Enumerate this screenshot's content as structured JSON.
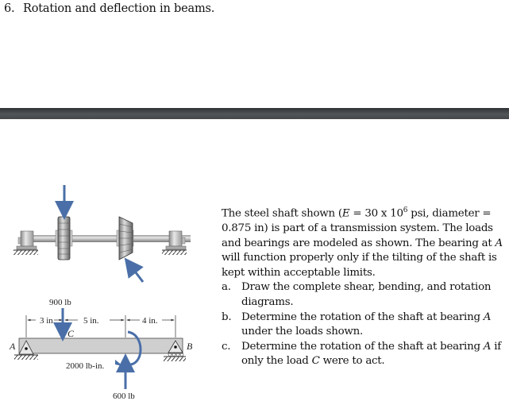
{
  "heading": {
    "number": "6.",
    "title": "Rotation and deflection in beams."
  },
  "problem": {
    "intro_parts": [
      "The steel shaft shown (",
      "E",
      " = 30 x 10",
      "6",
      " psi, diameter = 0.875 in) is part of a transmission system.  The loads and bearings are modeled as shown. The bearing at ",
      "A",
      " will function properly only if the tilting of the shaft is kept within acceptable limits."
    ],
    "items": [
      {
        "marker": "a.",
        "text": "Draw the complete shear, bending, and rotation diagrams."
      },
      {
        "marker": "b.",
        "text_before": "Determine the rotation of the shaft at bearing ",
        "ital": "A",
        "text_after": " under the loads shown."
      },
      {
        "marker": "c.",
        "text_before": "Determine the rotation of the shaft at bearing ",
        "ital": "A",
        "text_after": " if only the load ",
        "ital2": "C",
        "text_after2": " were to act."
      }
    ]
  },
  "figure": {
    "labels": {
      "load_c": "900 lb",
      "load_up": "600 lb",
      "moment": "2000 lb-in.",
      "dim_1": "3 in.",
      "dim_2": "5 in.",
      "dim_3": "4 in.",
      "point_a": "A",
      "point_b": "B",
      "point_c": "C"
    },
    "colors": {
      "arrow": "#4a6fa8",
      "beam": "#cfcfcf",
      "divider": "#46494b"
    }
  }
}
